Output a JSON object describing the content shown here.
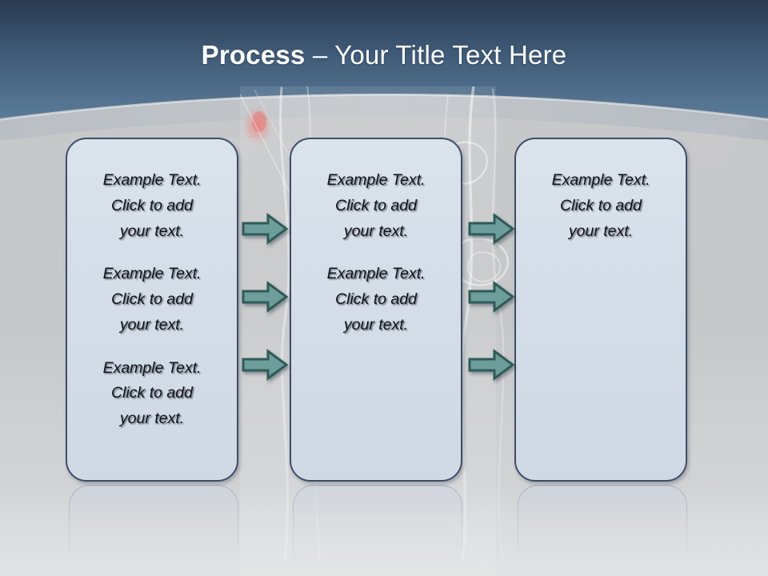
{
  "slide": {
    "title_bold": "Process",
    "title_rest": " – Your Title Text Here",
    "title_full": "Process – Your Title Text Here"
  },
  "theme": {
    "header_top_color": "#2a3b52",
    "header_bottom_color": "#5a7b98",
    "body_color": "#c8c9cb",
    "box_fill_color": "#d6dfea",
    "box_border_color": "#3c4e68",
    "arrow_fill_color": "#6d9e9c",
    "arrow_border_color": "#2f5b57",
    "title_color": "#ffffff",
    "text_color": "#111418"
  },
  "boxes": [
    {
      "name": "process-box-1",
      "paragraphs": [
        "Example Text.\nClick  to add\nyour text.",
        "Example Text.\nClick  to add\nyour text.",
        "Example Text.\nClick  to add\nyour text."
      ]
    },
    {
      "name": "process-box-2",
      "paragraphs": [
        "Example Text.\nClick  to add\nyour text.",
        "Example Text.\nClick  to add\nyour text."
      ]
    },
    {
      "name": "process-box-3",
      "paragraphs": [
        "Example Text.\nClick  to add\nyour text."
      ]
    }
  ],
  "arrows": {
    "count": 6,
    "icon": "right-block-arrow-icon",
    "columns": [
      {
        "label": "arrows-between-box-1-and-2",
        "count": 3
      },
      {
        "label": "arrows-between-box-2-and-3",
        "count": 3
      }
    ]
  }
}
